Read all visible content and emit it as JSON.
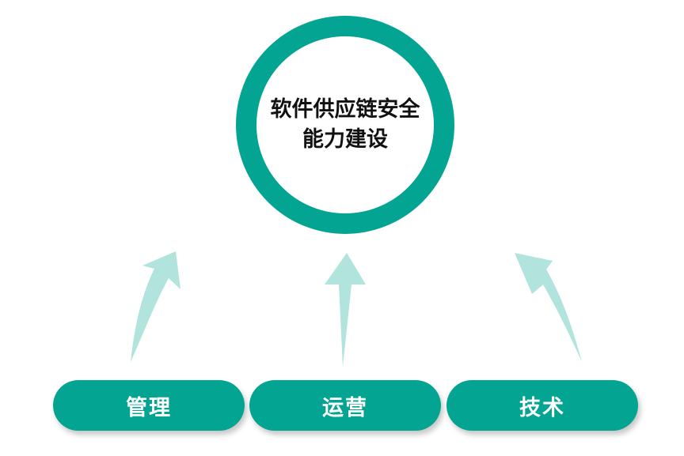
{
  "center": {
    "line1": "软件供应链安全",
    "line2": "能力建设"
  },
  "pillars": [
    {
      "label": "管理"
    },
    {
      "label": "运营"
    },
    {
      "label": "技术"
    }
  ],
  "colors": {
    "primary": "#03a592",
    "arrow": "#b0e4dc",
    "text_dark": "#111111",
    "text_light": "#ffffff"
  }
}
